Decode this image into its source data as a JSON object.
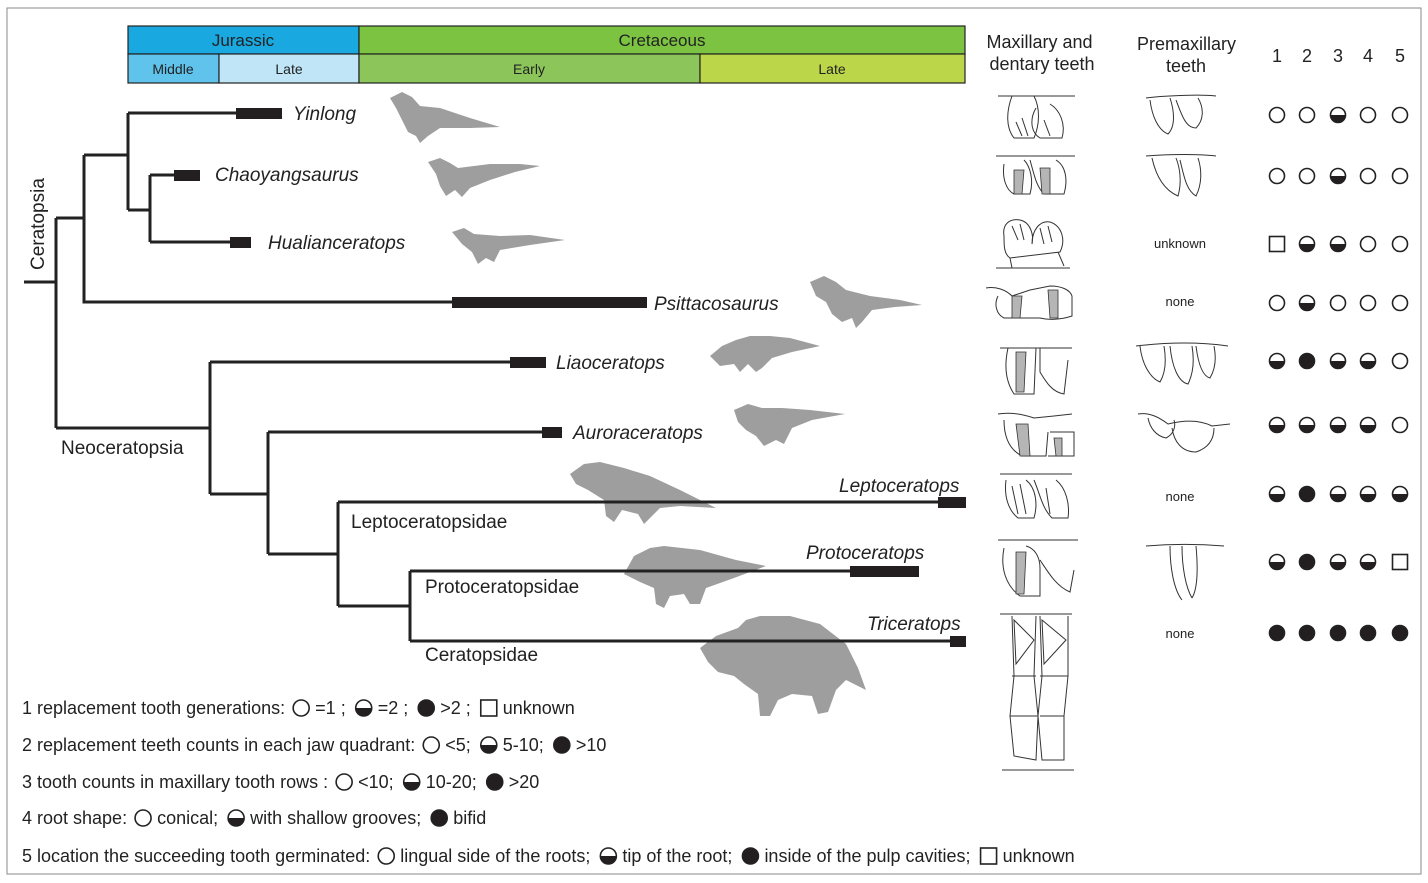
{
  "timescale": {
    "periods": [
      {
        "label": "Jurassic",
        "color": "#1aa8e0"
      },
      {
        "label": "Cretaceous",
        "color": "#7cc342"
      }
    ],
    "epochs": [
      {
        "label": "Middle",
        "color": "#5fc3ec"
      },
      {
        "label": "Late",
        "color": "#bfe5f7"
      },
      {
        "label": "Early",
        "color": "#8cc65a"
      },
      {
        "label": "Late",
        "color": "#bcd64a"
      }
    ]
  },
  "columns": {
    "maxillary": "Maxillary and dentary teeth",
    "premaxillary": "Premaxillary teeth",
    "characters": [
      "1",
      "2",
      "3",
      "4",
      "5"
    ]
  },
  "clades": {
    "ceratopsia": "Ceratopsia",
    "neoceratopsia": "Neoceratopsia",
    "leptoceratopsidae": "Leptoceratopsidae",
    "protoceratopsidae": "Protoceratopsidae",
    "ceratopsidae": "Ceratopsidae"
  },
  "taxa": [
    {
      "name": "Yinlong",
      "premax": "",
      "states": [
        "open",
        "open",
        "half",
        "open",
        "open"
      ]
    },
    {
      "name": "Chaoyangsaurus",
      "premax": "",
      "states": [
        "open",
        "open",
        "half",
        "open",
        "open"
      ]
    },
    {
      "name": "Hualianceratops",
      "premax": "unknown",
      "states": [
        "square",
        "half",
        "half",
        "open",
        "open"
      ]
    },
    {
      "name": "Psittacosaurus",
      "premax": "none",
      "states": [
        "open",
        "half",
        "open",
        "open",
        "open"
      ]
    },
    {
      "name": "Liaoceratops",
      "premax": "",
      "states": [
        "half",
        "full",
        "half",
        "half",
        "open"
      ]
    },
    {
      "name": "Auroraceratops",
      "premax": "",
      "states": [
        "half",
        "half",
        "half",
        "half",
        "open"
      ]
    },
    {
      "name": "Leptoceratops",
      "premax": "none",
      "states": [
        "half",
        "full",
        "half",
        "half",
        "half"
      ]
    },
    {
      "name": "Protoceratops",
      "premax": "",
      "states": [
        "half",
        "full",
        "half",
        "half",
        "square"
      ]
    },
    {
      "name": "Triceratops",
      "premax": "none",
      "states": [
        "full",
        "full",
        "full",
        "full",
        "full"
      ]
    }
  ],
  "legend": [
    {
      "text": "1 replacement  tooth generations:",
      "items": [
        {
          "sym": "open",
          "text": "=1 ;"
        },
        {
          "sym": "half",
          "text": "=2 ;"
        },
        {
          "sym": "full",
          "text": ">2 ;"
        },
        {
          "sym": "square",
          "text": "unknown"
        }
      ]
    },
    {
      "text": "2 replacement  teeth counts in each jaw quadrant:",
      "items": [
        {
          "sym": "open",
          "text": "<5;"
        },
        {
          "sym": "half",
          "text": "5-10;"
        },
        {
          "sym": "full",
          "text": ">10"
        }
      ]
    },
    {
      "text": "3 tooth  counts in maxillary tooth rows :",
      "items": [
        {
          "sym": "open",
          "text": "<10;"
        },
        {
          "sym": "half",
          "text": "10-20;"
        },
        {
          "sym": "full",
          "text": ">20"
        }
      ]
    },
    {
      "text": "4 root shape:",
      "items": [
        {
          "sym": "open",
          "text": "conical;"
        },
        {
          "sym": "half",
          "text": "with shallow grooves;"
        },
        {
          "sym": "full",
          "text": "bifid"
        }
      ]
    },
    {
      "text": "5 location the succeeding tooth germinated:",
      "items": [
        {
          "sym": "open",
          "text": "lingual side of the roots;"
        },
        {
          "sym": "half",
          "text": "tip of the root;"
        },
        {
          "sym": "full",
          "text": "inside of the pulp cavities;"
        },
        {
          "sym": "square",
          "text": "unknown"
        }
      ]
    }
  ]
}
